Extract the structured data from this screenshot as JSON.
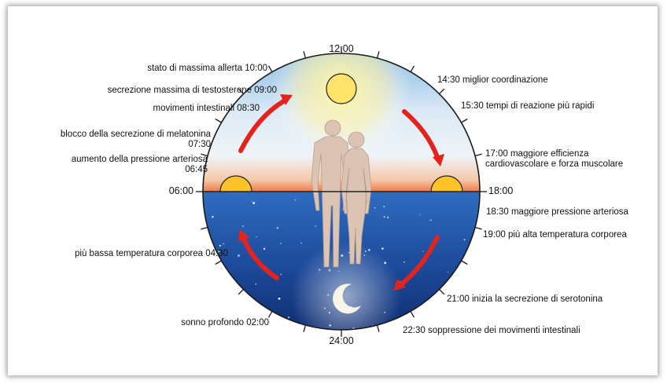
{
  "clock": {
    "top": "12.00",
    "bottom": "24:00",
    "left": "06:00",
    "right": "18:00"
  },
  "events_left": [
    {
      "text": "stato di massima allerta 10:00"
    },
    {
      "text": "secrezione massima di testosterone 09:00"
    },
    {
      "text": "movimenti intestinali 08:30"
    },
    {
      "text": "blocco della secrezione di melatonina",
      "text2": "07:30"
    },
    {
      "text": "aumento della pressione arteriosa",
      "text2": "06:45"
    },
    {
      "text": "più bassa temperatura corporea 04:30"
    },
    {
      "text": "sonno profondo 02:00"
    }
  ],
  "events_right": [
    {
      "text": "14:30 miglior coordinazione"
    },
    {
      "text": "15:30 tempi di reazione più rapidi"
    },
    {
      "text": "17:00  maggiore efficienza",
      "text2": "cardiovascolare e forza muscolare"
    },
    {
      "text": "18:30 maggiore pressione arteriosa"
    },
    {
      "text": "19:00 più alta temperatura corporea"
    },
    {
      "text": "21:00 inizia la secrezione di serotonina"
    },
    {
      "text": "22:30 soppressione dei movimenti intestinali"
    }
  ],
  "colors": {
    "sky_top": "#7fb5e0",
    "sky_bottom": "#f2f6fa",
    "horizon": "#f07840",
    "night_top": "#2a63b8",
    "night_bottom": "#0e2c72",
    "sun": "#ffe26a",
    "arrow": "#e3241e",
    "figure": "#d9c1b2"
  }
}
